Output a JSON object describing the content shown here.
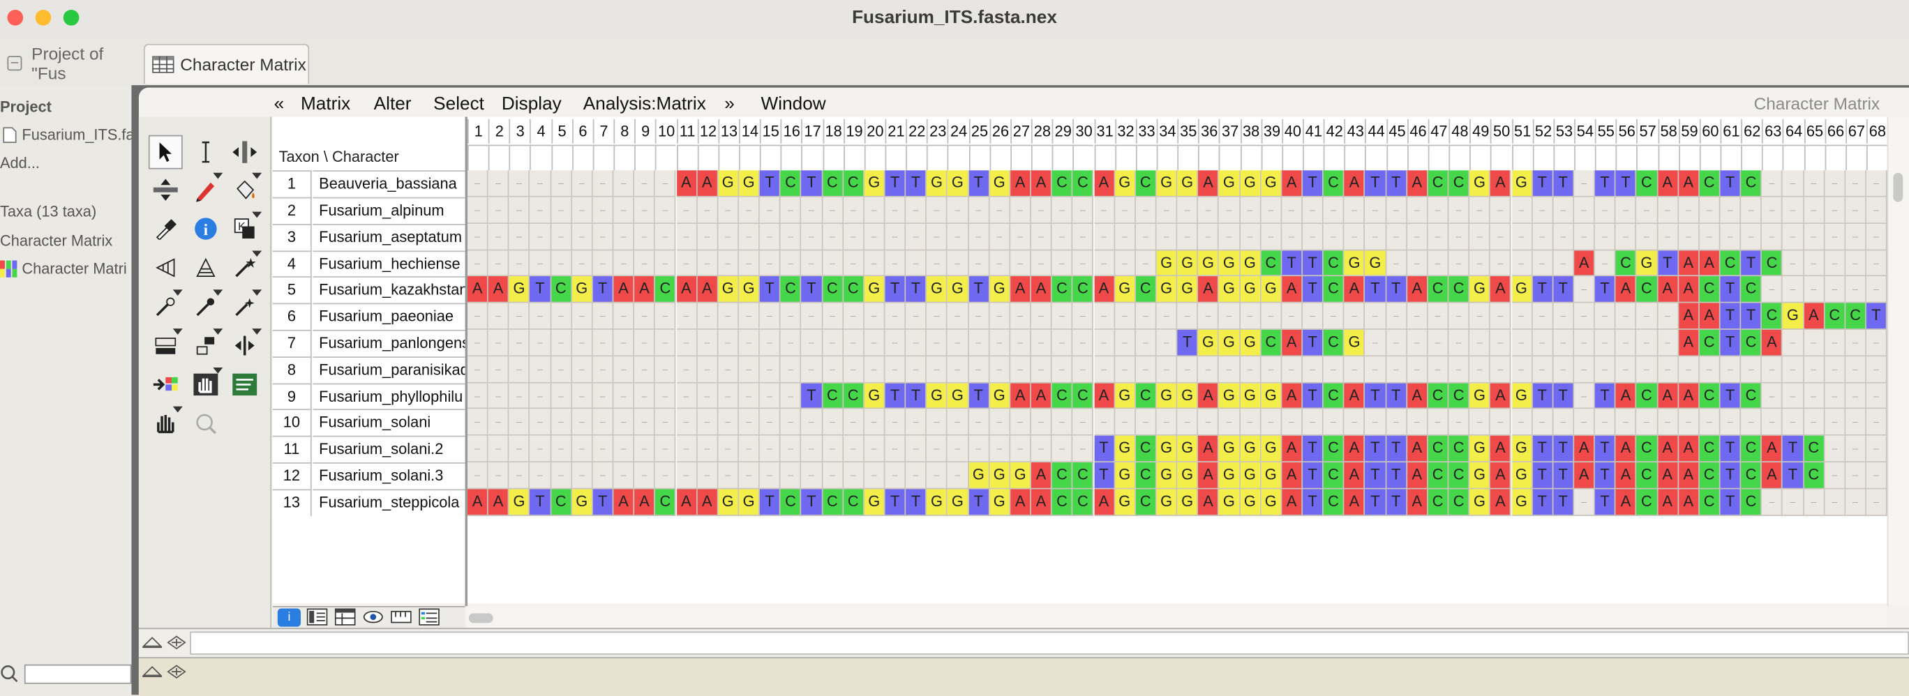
{
  "window": {
    "title": "Fusarium_ITS.fasta.nex"
  },
  "tabs": [
    {
      "label": "Project of \"Fus"
    },
    {
      "label": "Character Matrix"
    }
  ],
  "project_panel": {
    "project_label": "Project",
    "file": "Fusarium_ITS.fa",
    "add": "Add...",
    "taxa": "Taxa (13 taxa)",
    "character_matrix": "Character Matrix",
    "character_matrix_item": "Character Matri"
  },
  "menu": {
    "left_arrow": "«",
    "items": [
      "Matrix",
      "Alter",
      "Select",
      "Display",
      "Analysis:Matrix",
      "»",
      "Window"
    ],
    "right_label": "Character Matrix"
  },
  "matrix": {
    "header": "Taxon  \\  Character",
    "columns": [
      "1",
      "2",
      "3",
      "4",
      "5",
      "6",
      "7",
      "8",
      "9",
      "10",
      "11",
      "12",
      "13",
      "14",
      "15",
      "16",
      "17",
      "18",
      "19",
      "20",
      "21",
      "22",
      "23",
      "24",
      "25",
      "26",
      "27",
      "28",
      "29",
      "30",
      "31",
      "32",
      "33",
      "34",
      "35",
      "36",
      "37",
      "38",
      "39",
      "40",
      "41",
      "42",
      "43",
      "44",
      "45",
      "46",
      "47",
      "48",
      "49",
      "50",
      "51",
      "52",
      "53",
      "54",
      "55",
      "56",
      "57",
      "58",
      "59",
      "60",
      "61",
      "62",
      "63",
      "64",
      "65",
      "66",
      "67",
      "68"
    ],
    "taxa": [
      {
        "num": "1",
        "name": "Beauveria_bassiana",
        "seq": "----------AAGGTCTCCGTTGGTGAACCAGCGGAGGGATCATTACCGAGTT-TTCAACTC------"
      },
      {
        "num": "2",
        "name": "Fusarium_alpinum",
        "seq": "--------------------------------------------------------------------"
      },
      {
        "num": "3",
        "name": "Fusarium_aseptatum",
        "seq": "--------------------------------------------------------------------"
      },
      {
        "num": "4",
        "name": "Fusarium_hechiense",
        "seq": "---------------------------------GGGGGCTTCGG---------A-CGTAACTC------"
      },
      {
        "num": "5",
        "name": "Fusarium_kazakhstan",
        "seq": "AAGTCGTAACAAGGTCTCCGTTGGTGAACCAGCGGAGGGATCATTACCGAGTT-TACAACTC------"
      },
      {
        "num": "6",
        "name": "Fusarium_paeoniae",
        "seq": "----------------------------------------------------------AATTCGACCTT"
      },
      {
        "num": "7",
        "name": "Fusarium_panlongens",
        "seq": "----------------------------------TGGGCATCG---------------ACTCA----------"
      },
      {
        "num": "8",
        "name": "Fusarium_paranisikad",
        "seq": "--------------------------------------------------------------------"
      },
      {
        "num": "9",
        "name": "Fusarium_phyllophilu",
        "seq": "----------------TCCGTTGGTGAACCAGCGGAGGGATCATTACCGAGTT-TACAACTC------"
      },
      {
        "num": "10",
        "name": "Fusarium_solani",
        "seq": "--------------------------------------------------------------------"
      },
      {
        "num": "11",
        "name": "Fusarium_solani.2",
        "seq": "------------------------------TGCGGAGGGATCATTACCGAGTTATACAACTCATC----"
      },
      {
        "num": "12",
        "name": "Fusarium_solani.3",
        "seq": "------------------------GGGACCTGCGGAGGGATCATTACCGAGTTATACAACTCATC----"
      },
      {
        "num": "13",
        "name": "Fusarium_steppicola",
        "seq": "AAGTCGTAACAAGGTCTCCGTTGGTGAACCAGCGGAGGGATCATTACCGAGTT-TACAACTC------"
      }
    ]
  },
  "colors": {
    "A": "#f0494a",
    "C": "#45d64a",
    "G": "#f3ee4a",
    "T": "#6f68f0",
    "gap": "#ece8e2"
  },
  "bottom_tools": [
    "info-icon",
    "table-icon",
    "table2-icon",
    "eye-icon",
    "ruler-icon",
    "list-icon"
  ]
}
